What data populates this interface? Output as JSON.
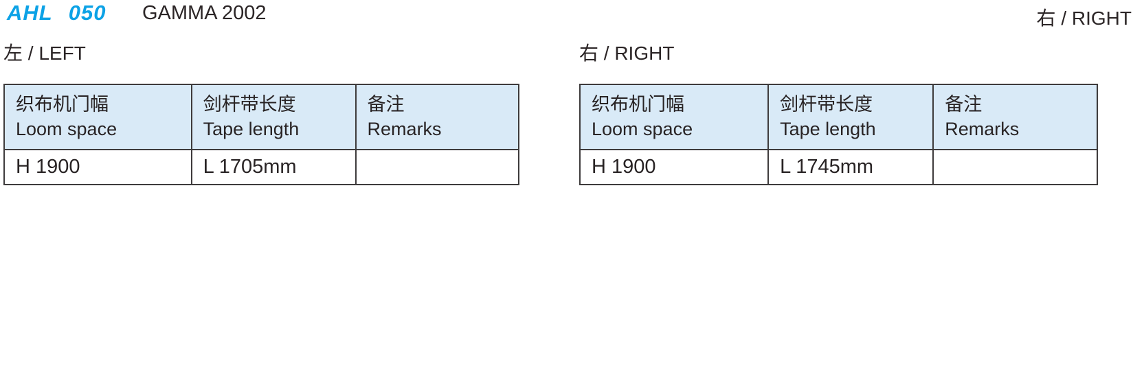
{
  "page": {
    "model_code": "AHL 050",
    "machine_name": "GAMMA 2002",
    "corner_label": "右 / RIGHT"
  },
  "colors": {
    "accent_blue": "#0ca2e6",
    "header_bg": "#d9eaf7",
    "border": "#3e3b3c",
    "text": "#2b2526"
  },
  "sections": [
    {
      "label": "左 / LEFT",
      "table": {
        "headers": [
          {
            "zh": "织布机门幅",
            "en": "Loom space"
          },
          {
            "zh": "剑杆带长度",
            "en": "Tape length"
          },
          {
            "zh": "备注",
            "en": "Remarks"
          }
        ],
        "rows": [
          {
            "loom_space": "H 1900",
            "tape_length": "L 1705mm",
            "remarks": ""
          }
        ]
      }
    },
    {
      "label": "右 / RIGHT",
      "table": {
        "headers": [
          {
            "zh": "织布机门幅",
            "en": "Loom space"
          },
          {
            "zh": "剑杆带长度",
            "en": "Tape length"
          },
          {
            "zh": "备注",
            "en": "Remarks"
          }
        ],
        "rows": [
          {
            "loom_space": "H 1900",
            "tape_length": "L 1745mm",
            "remarks": ""
          }
        ]
      }
    }
  ]
}
